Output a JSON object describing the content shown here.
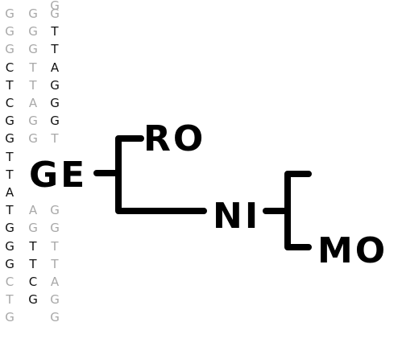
{
  "logo": {
    "words": {
      "ge": "GE",
      "ro": "RO",
      "ni": "NI",
      "mo": "MO"
    },
    "colors": {
      "ink": "#000000",
      "sequence_dark": "#111111",
      "sequence_light": "#a8a8a8"
    }
  },
  "sequence_columns": [
    {
      "id": "col-1",
      "chars": [
        "G",
        "G",
        "G",
        "C",
        "T",
        "C",
        "G",
        "G",
        "T",
        "T",
        "A",
        "T",
        "G",
        "G",
        "G",
        "C",
        "T",
        "G"
      ],
      "shades": [
        "light",
        "light",
        "light",
        "dark",
        "dark",
        "dark",
        "dark",
        "dark",
        "dark",
        "dark",
        "dark",
        "dark",
        "dark",
        "dark",
        "dark",
        "light",
        "light",
        "light"
      ]
    },
    {
      "id": "col-2",
      "chars": [
        "G",
        "G",
        "G",
        "T",
        "T",
        "A",
        "G",
        "G",
        "A",
        "G",
        "T",
        "T",
        "C",
        "G"
      ],
      "shades": [
        "light",
        "light",
        "light",
        "light",
        "light",
        "light",
        "light",
        "light",
        "light",
        "light",
        "dark",
        "dark",
        "dark",
        "dark"
      ]
    },
    {
      "id": "col-3",
      "chars": [
        "G",
        "T",
        "T",
        "A",
        "G",
        "G",
        "G",
        "T",
        "G",
        "G",
        "T",
        "T",
        "A",
        "G",
        "G",
        "G"
      ],
      "shades": [
        "light",
        "dark",
        "dark",
        "dark",
        "dark",
        "dark",
        "dark",
        "light",
        "light",
        "light",
        "light",
        "light",
        "light",
        "light",
        "light",
        "light"
      ]
    }
  ]
}
